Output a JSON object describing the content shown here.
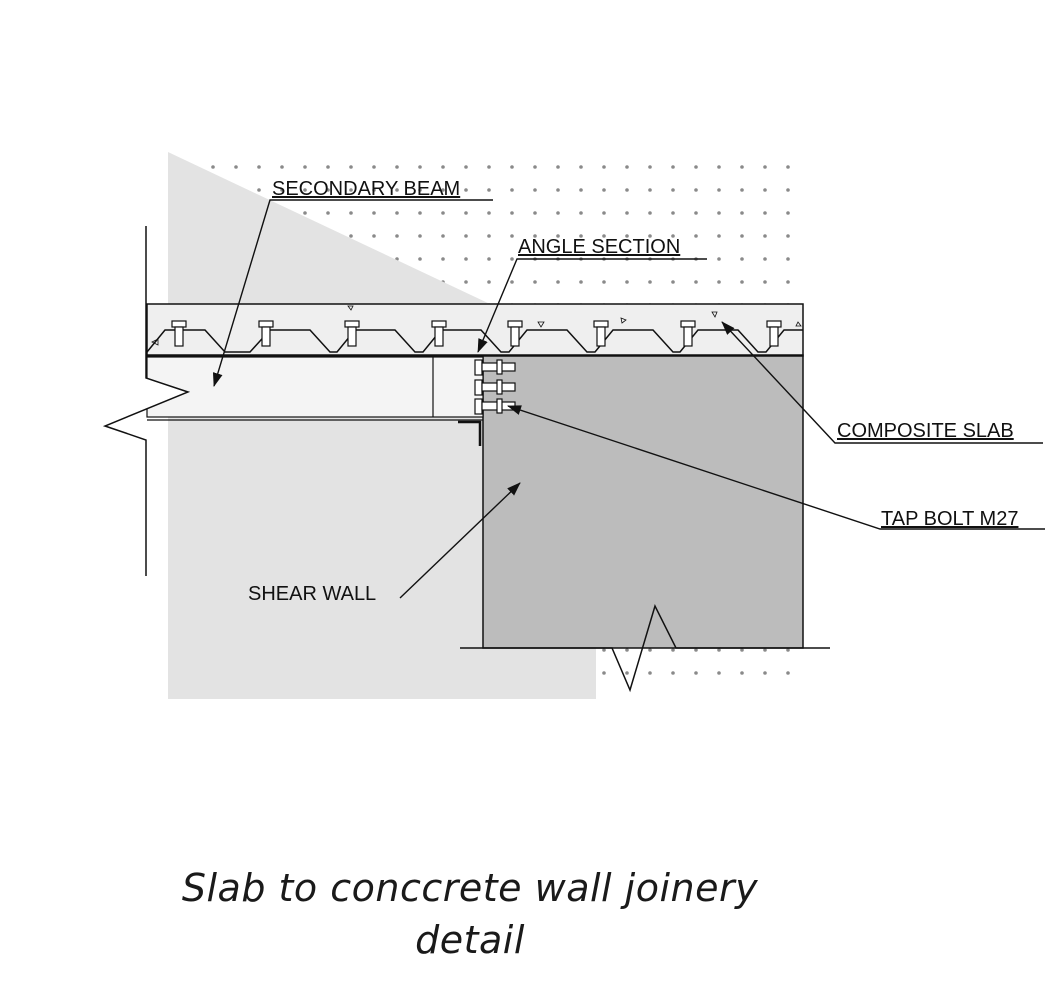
{
  "labels": {
    "secondary_beam": "SECONDARY BEAM",
    "angle_section": "ANGLE SECTION",
    "composite_slab": "COMPOSITE SLAB",
    "tap_bolt": "TAP BOLT M27",
    "shear_wall": "SHEAR WALL"
  },
  "caption": {
    "line1": "Slab to conccrete wall joinery",
    "line2": "detail"
  },
  "colors": {
    "wall_fill": "#bcbcbc",
    "shadow_fill": "#e3e3e3",
    "beam_fill": "#f4f4f4",
    "slab_fill": "#efefef",
    "deck_fill": "#d9d9d9",
    "line": "#111111",
    "dots": "#8a8a8a"
  },
  "icons": {
    "stud": "shear-stud-icon",
    "bolt": "tap-bolt-icon"
  }
}
